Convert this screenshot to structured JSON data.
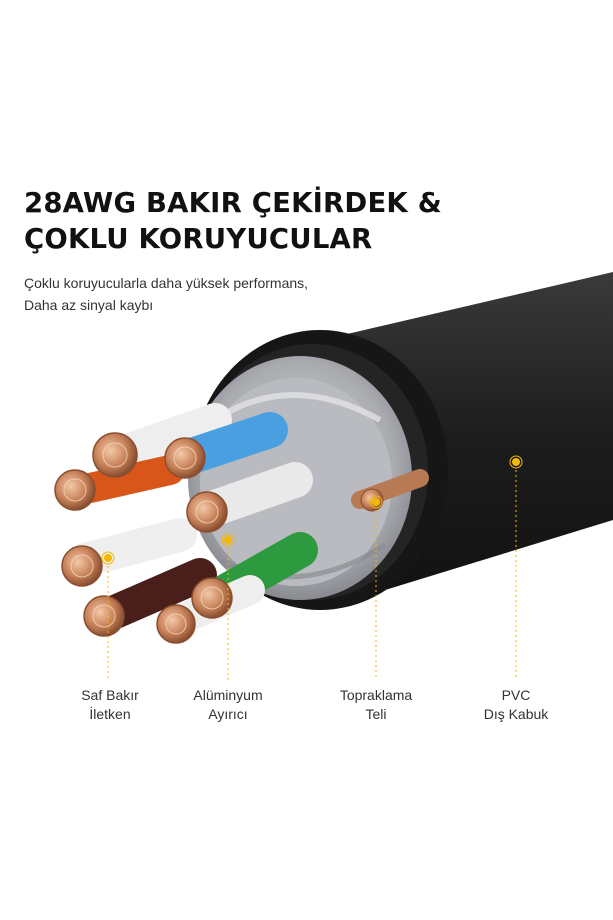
{
  "heading": {
    "line1": "28AWG BAKIR ÇEKİRDEK &",
    "line2": "ÇOKLU KORUYUCULAR"
  },
  "subheading": {
    "line1": "Çoklu koruyucularla daha yüksek performans,",
    "line2": "Daha az sinyal kaybı"
  },
  "callouts": [
    {
      "line1": "Saf Bakır",
      "line2": "İletken"
    },
    {
      "line1": "Alüminyum",
      "line2": "Ayırıcı"
    },
    {
      "line1": "Topraklama",
      "line2": "Teli"
    },
    {
      "line1": "PVC",
      "line2": "Dış Kabuk"
    }
  ],
  "colors": {
    "callout_marker": "#f5b800",
    "jacket": "#222222",
    "copper": "#c8825a",
    "pair_blue": "#4a9fe0",
    "pair_green": "#2e9a40",
    "pair_orange": "#d9561a",
    "pair_brown": "#4a1e1a"
  }
}
